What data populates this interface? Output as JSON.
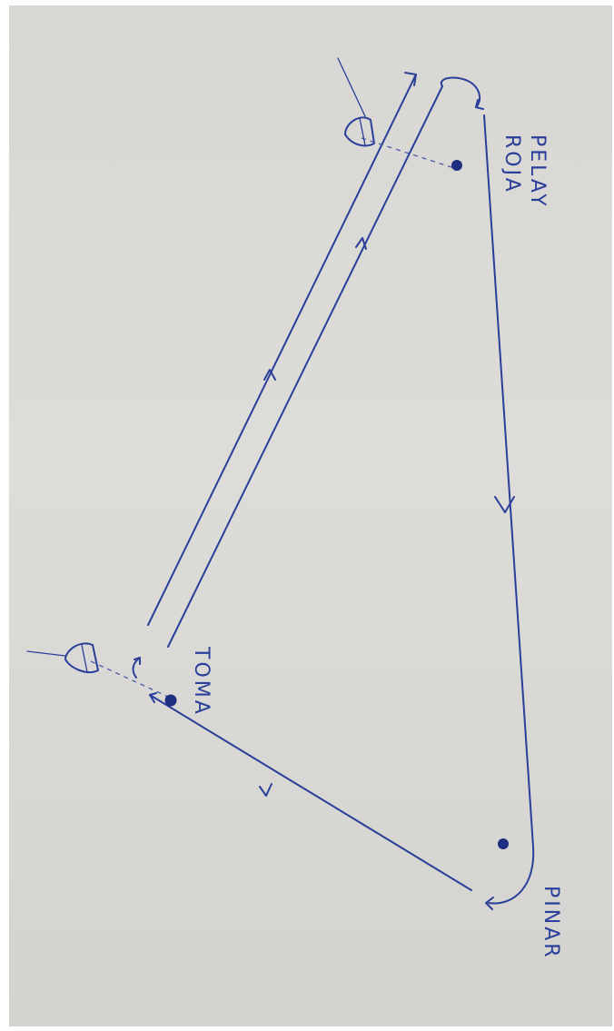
{
  "marks": [
    {
      "id": "roja-pelay",
      "lines": [
        "ROJA",
        "PELAY"
      ]
    },
    {
      "id": "toma",
      "lines": [
        "TOMA"
      ]
    },
    {
      "id": "pinar",
      "lines": [
        "PINAR"
      ]
    }
  ],
  "colors": {
    "ink": "#2a3f9a",
    "paper": "#d8d7d3"
  }
}
